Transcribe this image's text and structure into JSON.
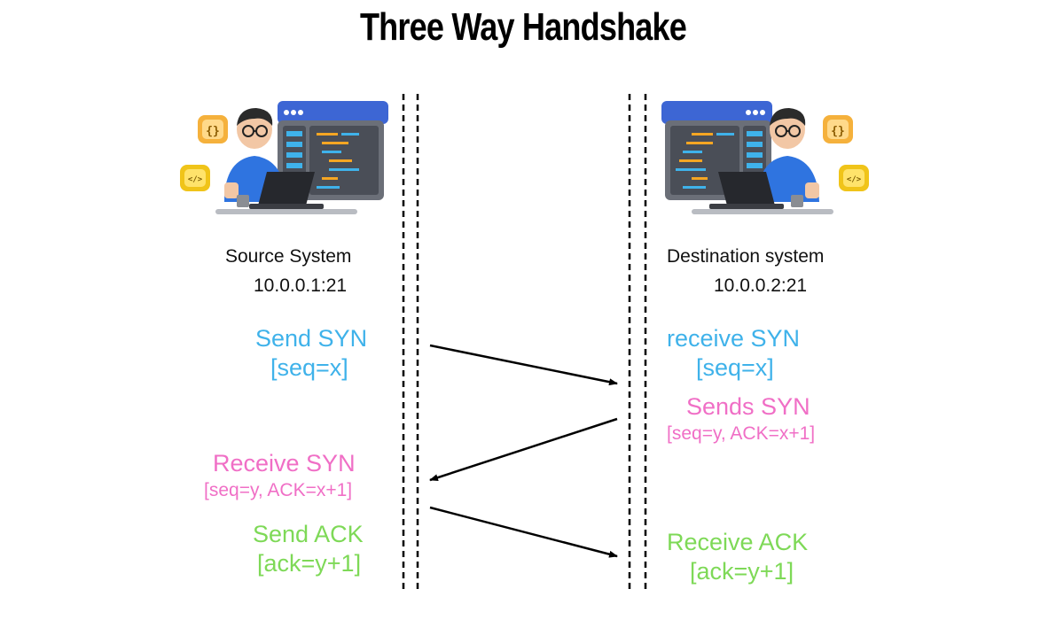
{
  "title": "Three Way Handshake",
  "source": {
    "name": "Source System",
    "address": "10.0.0.1:21"
  },
  "destination": {
    "name": "Destination system",
    "address": "10.0.0.2:21"
  },
  "steps": [
    {
      "side": "source",
      "label": "Send SYN",
      "detail": "[seq=x]",
      "color": "#3fb2ea"
    },
    {
      "side": "destination",
      "label": "receive SYN",
      "detail": "[seq=x]",
      "color": "#3fb2ea"
    },
    {
      "side": "destination",
      "label": "Sends SYN",
      "detail": "[seq=y, ACK=x+1]",
      "color": "#f06fc6"
    },
    {
      "side": "source",
      "label": "Receive SYN",
      "detail": "[seq=y, ACK=x+1]",
      "color": "#f06fc6"
    },
    {
      "side": "source",
      "label": "Send ACK",
      "detail": "[ack=y+1]",
      "color": "#7ed957"
    },
    {
      "side": "destination",
      "label": "Receive ACK",
      "detail": "[ack=y+1]",
      "color": "#7ed957"
    }
  ],
  "arrows": [
    {
      "from": "source",
      "to": "destination"
    },
    {
      "from": "destination",
      "to": "source"
    },
    {
      "from": "source",
      "to": "destination"
    }
  ],
  "icons": {
    "source": [
      "developer-laptop-illustration",
      "curly-braces-icon",
      "code-tag-icon"
    ],
    "destination": [
      "developer-laptop-illustration",
      "curly-braces-icon",
      "code-tag-icon"
    ]
  }
}
